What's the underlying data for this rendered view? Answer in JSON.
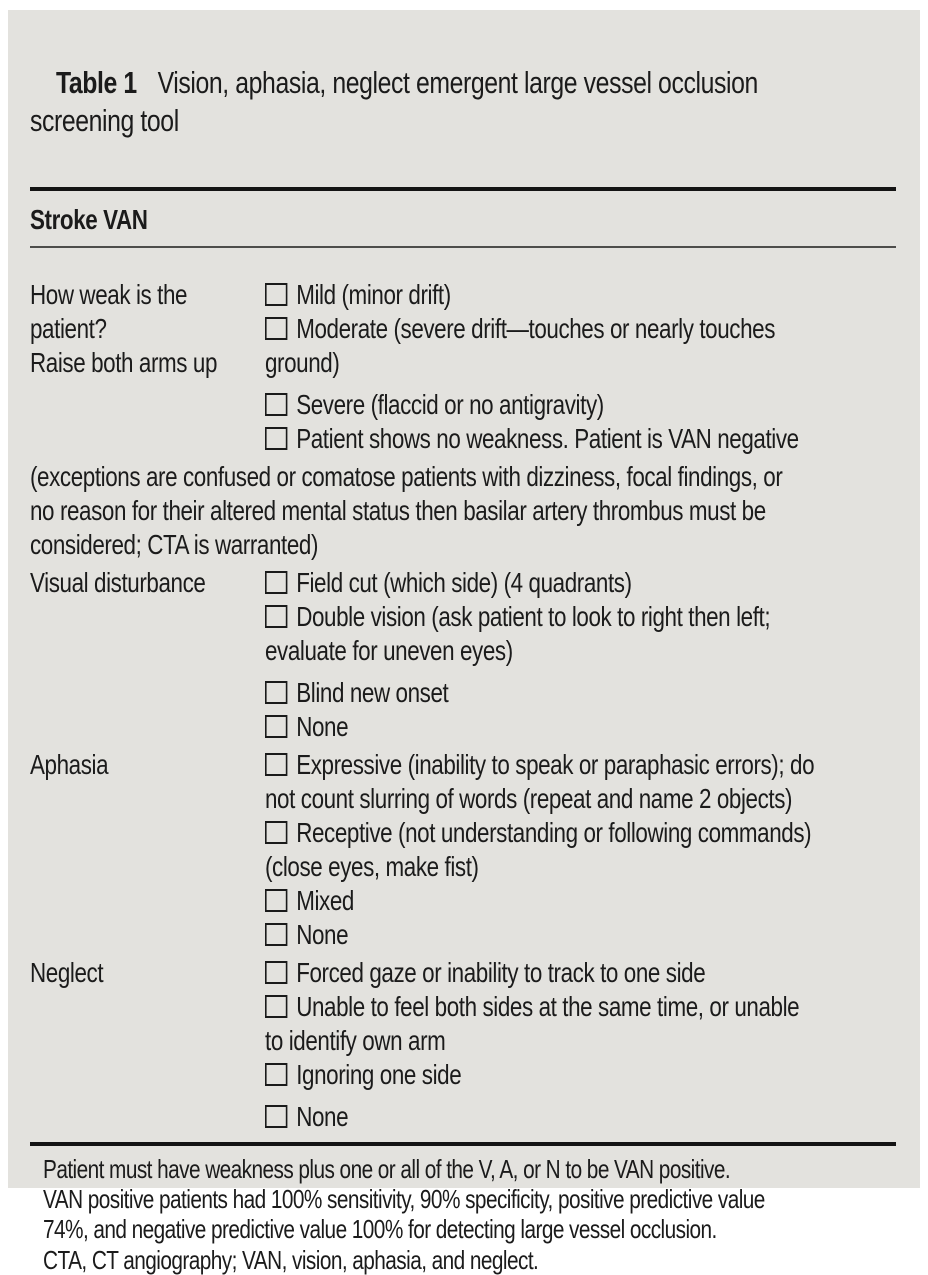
{
  "colors": {
    "panel_bg": "#e3e2de",
    "page_bg": "#ffffff",
    "text": "#1b1b1b",
    "rule": "#141414"
  },
  "icons": {
    "checkbox": "empty-square-checkbox"
  },
  "caption": {
    "label": "Table 1",
    "title": "Vision, aphasia, neglect emergent large vessel occlusion\nscreening tool"
  },
  "header": "Stroke VAN",
  "rows": [
    {
      "label": "How weak is the\npatient?\nRaise both arms up",
      "groups": [
        [
          "Mild (minor drift)",
          "Moderate (severe drift—touches or nearly touches\nground)"
        ],
        [
          "Severe (flaccid or no antigravity)",
          "Patient shows no weakness. Patient is VAN negative"
        ]
      ]
    },
    {
      "label": "Visual disturbance",
      "groups": [
        [
          "Field cut (which side) (4 quadrants)",
          "Double vision (ask patient to look to right then left;\nevaluate for uneven eyes)"
        ],
        [
          "Blind new onset",
          "None"
        ]
      ]
    },
    {
      "label": "Aphasia",
      "groups": [
        [
          "Expressive (inability to speak or paraphasic errors); do\nnot count slurring of words (repeat and name 2 objects)",
          "Receptive (not understanding or following commands)\n(close eyes, make fist)",
          "Mixed",
          "None"
        ]
      ]
    },
    {
      "label": "Neglect",
      "groups": [
        [
          "Forced gaze or inability to track to one side",
          "Unable to feel both sides at the same time, or unable\nto identify own arm",
          "Ignoring one side"
        ],
        [
          "None"
        ]
      ]
    }
  ],
  "exceptions_note": "(exceptions are confused or comatose patients with dizziness, focal findings, or\nno reason for their altered mental status then basilar artery thrombus must be\nconsidered; CTA is warranted)",
  "footnotes": {
    "stats": "Patient must have weakness plus one or all of the V, A, or N to be VAN positive.\nVAN positive patients had 100% sensitivity, 90% specificity, positive predictive value\n74%, and negative predictive value 100% for detecting large vessel occlusion.",
    "abbreviations": "CTA, CT angiography; VAN, vision, aphasia, and neglect."
  }
}
